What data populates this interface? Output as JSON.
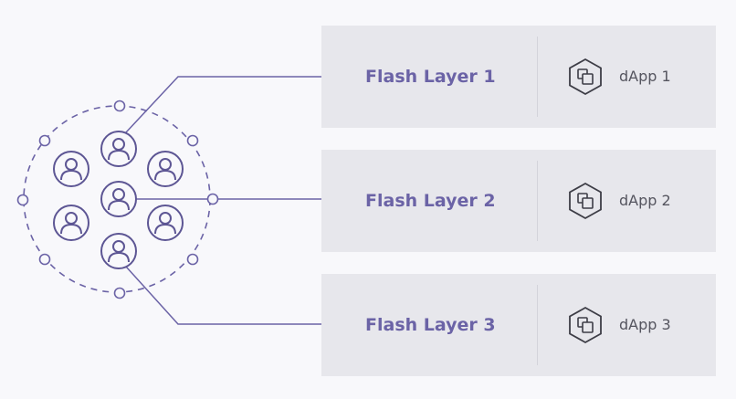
{
  "layers": [
    {
      "title": "Flash Layer 1",
      "dapp": "dApp 1"
    },
    {
      "title": "Flash Layer 2",
      "dapp": "dApp 2"
    },
    {
      "title": "Flash Layer 3",
      "dapp": "dApp 3"
    }
  ],
  "colors": {
    "accent": "#6b63a6",
    "panel": "#e7e7ec",
    "background": "#f8f8fb",
    "text": "#55555f"
  },
  "icons": {
    "user": "user-icon",
    "network": "user-network-cluster",
    "dapp": "dapp-hexagon-icon"
  }
}
